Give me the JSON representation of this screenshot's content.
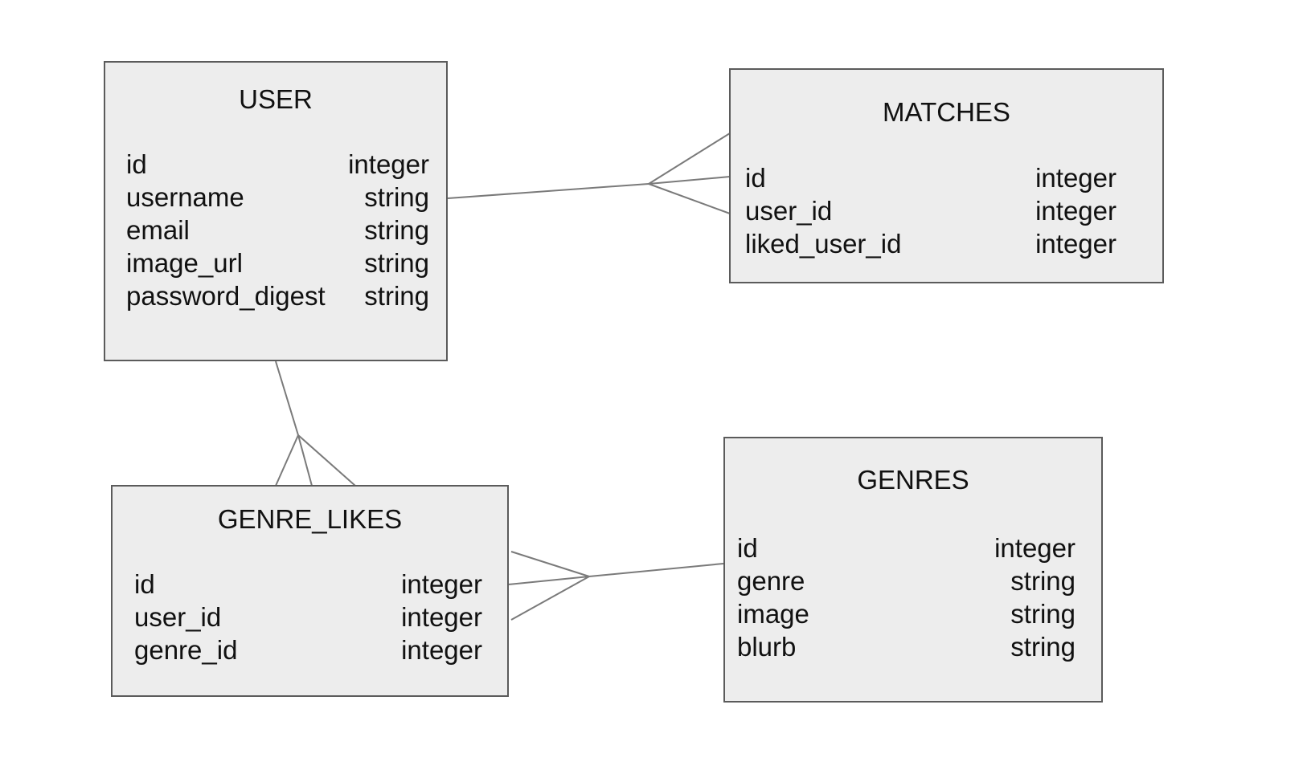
{
  "diagram": {
    "type": "entity-relationship-diagram",
    "colors": {
      "background": "#ffffff",
      "entity_fill": "#ededed",
      "entity_border": "#5b5b5b",
      "connector_line": "#7a7a7a",
      "text": "#111111"
    },
    "entities": [
      {
        "name": "USER",
        "fields": [
          {
            "name": "id",
            "type": "integer"
          },
          {
            "name": "username",
            "type": "string"
          },
          {
            "name": "email",
            "type": "string"
          },
          {
            "name": "image_url",
            "type": "string"
          },
          {
            "name": "password_digest",
            "type": "string"
          }
        ]
      },
      {
        "name": "MATCHES",
        "fields": [
          {
            "name": "id",
            "type": "integer"
          },
          {
            "name": "user_id",
            "type": "integer"
          },
          {
            "name": "liked_user_id",
            "type": "integer"
          }
        ]
      },
      {
        "name": "GENRE_LIKES",
        "fields": [
          {
            "name": "id",
            "type": "integer"
          },
          {
            "name": "user_id",
            "type": "integer"
          },
          {
            "name": "genre_id",
            "type": "integer"
          }
        ]
      },
      {
        "name": "GENRES",
        "fields": [
          {
            "name": "id",
            "type": "integer"
          },
          {
            "name": "genre",
            "type": "string"
          },
          {
            "name": "image",
            "type": "string"
          },
          {
            "name": "blurb",
            "type": "string"
          }
        ]
      }
    ],
    "relationships": [
      {
        "from": "USER",
        "to": "MATCHES",
        "notation": "crow-foot-at-matches"
      },
      {
        "from": "USER",
        "to": "GENRE_LIKES",
        "notation": "crow-foot-at-genre-likes"
      },
      {
        "from": "GENRES",
        "to": "GENRE_LIKES",
        "notation": "crow-foot-at-genre-likes"
      }
    ]
  }
}
